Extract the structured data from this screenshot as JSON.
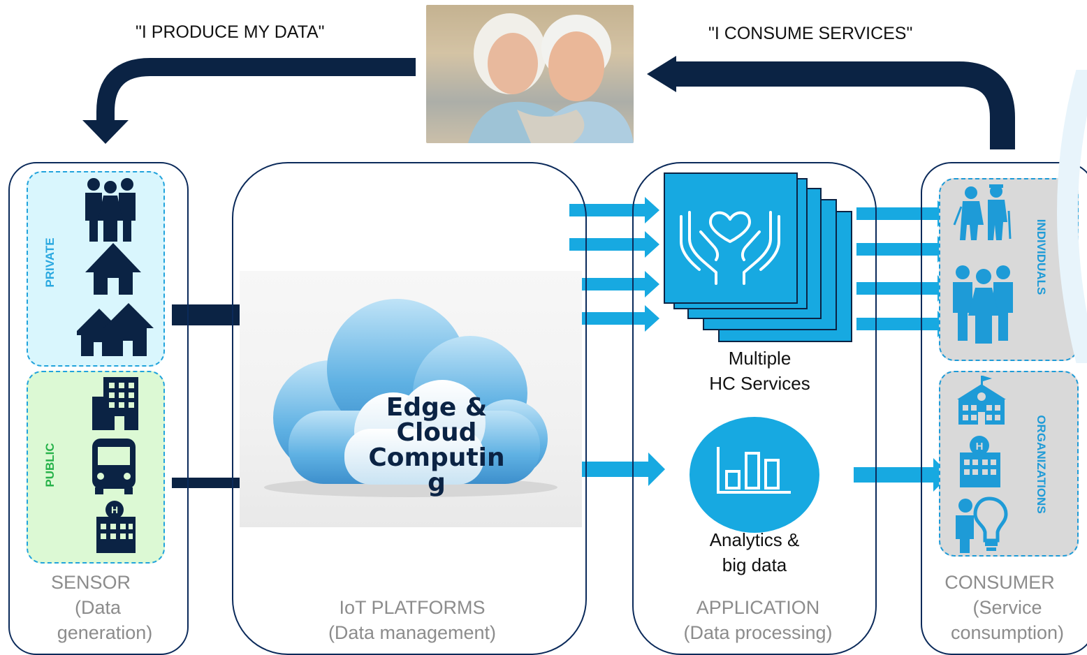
{
  "quotes": {
    "produce": "\"I PRODUCE MY DATA\"",
    "consume": "\"I CONSUME SERVICES\""
  },
  "panels": {
    "sensor": {
      "line1": "SENSOR",
      "line2": "(Data",
      "line3": "generation)"
    },
    "iot": {
      "line1": "IoT PLATFORMS",
      "line2": "(Data management)"
    },
    "application": {
      "line1": "APPLICATION",
      "line2": "(Data processing)"
    },
    "consumer": {
      "line1": "CONSUMER",
      "line2": "(Service",
      "line3": "consumption)"
    }
  },
  "groups": {
    "private": "PRIVATE",
    "public": "PUBLIC",
    "individuals": "INDIVIDUALS",
    "organizations": "ORGANIZATIONS"
  },
  "cloud": {
    "line1": "Edge &",
    "line2": "Cloud",
    "line3": "Computin",
    "line4": "g"
  },
  "services": {
    "hc": {
      "line1": "Multiple",
      "line2": "HC Services"
    },
    "analytics": {
      "line1": "Analytics &",
      "line2": "big data"
    }
  },
  "colors": {
    "navy": "#0b2344",
    "accent": "#17a9e1",
    "private_fill": "#d9f6fd",
    "public_fill": "#dcf9d4",
    "consumer_fill": "#d9d9d9",
    "private_label": "#2aa8e0",
    "public_label": "#27b24a",
    "consumer_label": "#1e9bd7"
  },
  "icons": {
    "sensor_private": [
      "family-icon",
      "house-icon",
      "houses-icon"
    ],
    "sensor_public": [
      "office-building-icon",
      "bus-icon",
      "hospital-icon"
    ],
    "consumer_individuals": [
      "elderly-couple-icon",
      "family-icon"
    ],
    "consumer_organizations": [
      "school-icon",
      "hospital-icon",
      "innovation-person-icon"
    ],
    "services": [
      "care-hands-heart-icon",
      "bar-chart-icon"
    ],
    "photo": "elderly-couple-photo"
  }
}
